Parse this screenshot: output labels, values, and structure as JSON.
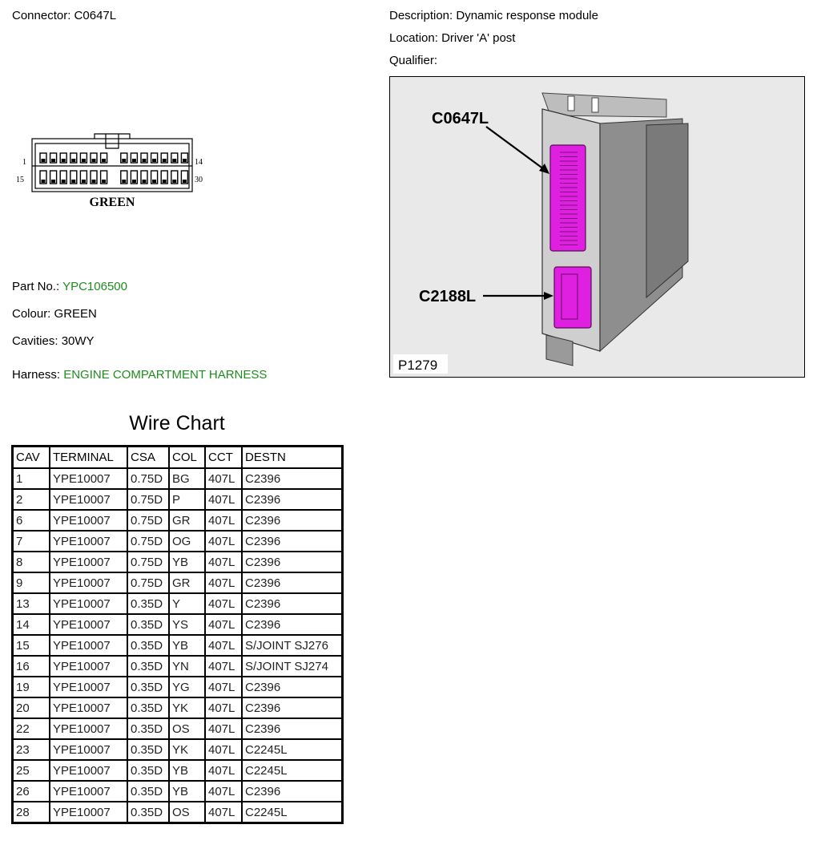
{
  "connector": {
    "label": "Connector:",
    "value": "C0647L"
  },
  "description": {
    "label": "Description:",
    "value": "Dynamic response module"
  },
  "location": {
    "label": "Location:",
    "value": "Driver 'A' post"
  },
  "qualifier": {
    "label": "Qualifier:",
    "value": ""
  },
  "part_no": {
    "label": "Part No.:",
    "value": "YPC106500"
  },
  "colour": {
    "label": "Colour:",
    "value": "GREEN"
  },
  "cavities": {
    "label": "Cavities:",
    "value": "30WY"
  },
  "harness": {
    "label": "Harness:",
    "value": "ENGINE COMPARTMENT HARNESS"
  },
  "connector_diagram": {
    "pin_top_left": "1",
    "pin_top_right": "14",
    "pin_bottom_left": "15",
    "pin_bottom_right": "30",
    "color_label": "GREEN"
  },
  "photo": {
    "callout_1": "C0647L",
    "callout_2": "C2188L",
    "reference": "P1279",
    "connector_color": "#e020e0"
  },
  "wire_chart": {
    "title": "Wire Chart",
    "columns": [
      "CAV",
      "TERMINAL",
      "CSA",
      "COL",
      "CCT",
      "DESTN"
    ],
    "rows": [
      [
        "1",
        "YPE10007",
        "0.75D",
        "BG",
        "407L",
        "C2396"
      ],
      [
        "2",
        "YPE10007",
        "0.75D",
        "P",
        "407L",
        "C2396"
      ],
      [
        "6",
        "YPE10007",
        "0.75D",
        "GR",
        "407L",
        "C2396"
      ],
      [
        "7",
        "YPE10007",
        "0.75D",
        "OG",
        "407L",
        "C2396"
      ],
      [
        "8",
        "YPE10007",
        "0.75D",
        "YB",
        "407L",
        "C2396"
      ],
      [
        "9",
        "YPE10007",
        "0.75D",
        "GR",
        "407L",
        "C2396"
      ],
      [
        "13",
        "YPE10007",
        "0.35D",
        "Y",
        "407L",
        "C2396"
      ],
      [
        "14",
        "YPE10007",
        "0.35D",
        "YS",
        "407L",
        "C2396"
      ],
      [
        "15",
        "YPE10007",
        "0.35D",
        "YB",
        "407L",
        "S/JOINT SJ276"
      ],
      [
        "16",
        "YPE10007",
        "0.35D",
        "YN",
        "407L",
        "S/JOINT SJ274"
      ],
      [
        "19",
        "YPE10007",
        "0.35D",
        "YG",
        "407L",
        "C2396"
      ],
      [
        "20",
        "YPE10007",
        "0.35D",
        "YK",
        "407L",
        "C2396"
      ],
      [
        "22",
        "YPE10007",
        "0.35D",
        "OS",
        "407L",
        "C2396"
      ],
      [
        "23",
        "YPE10007",
        "0.35D",
        "YK",
        "407L",
        "C2245L"
      ],
      [
        "25",
        "YPE10007",
        "0.35D",
        "YB",
        "407L",
        "C2245L"
      ],
      [
        "26",
        "YPE10007",
        "0.35D",
        "YB",
        "407L",
        "C2396"
      ],
      [
        "28",
        "YPE10007",
        "0.35D",
        "OS",
        "407L",
        "C2245L"
      ]
    ]
  }
}
